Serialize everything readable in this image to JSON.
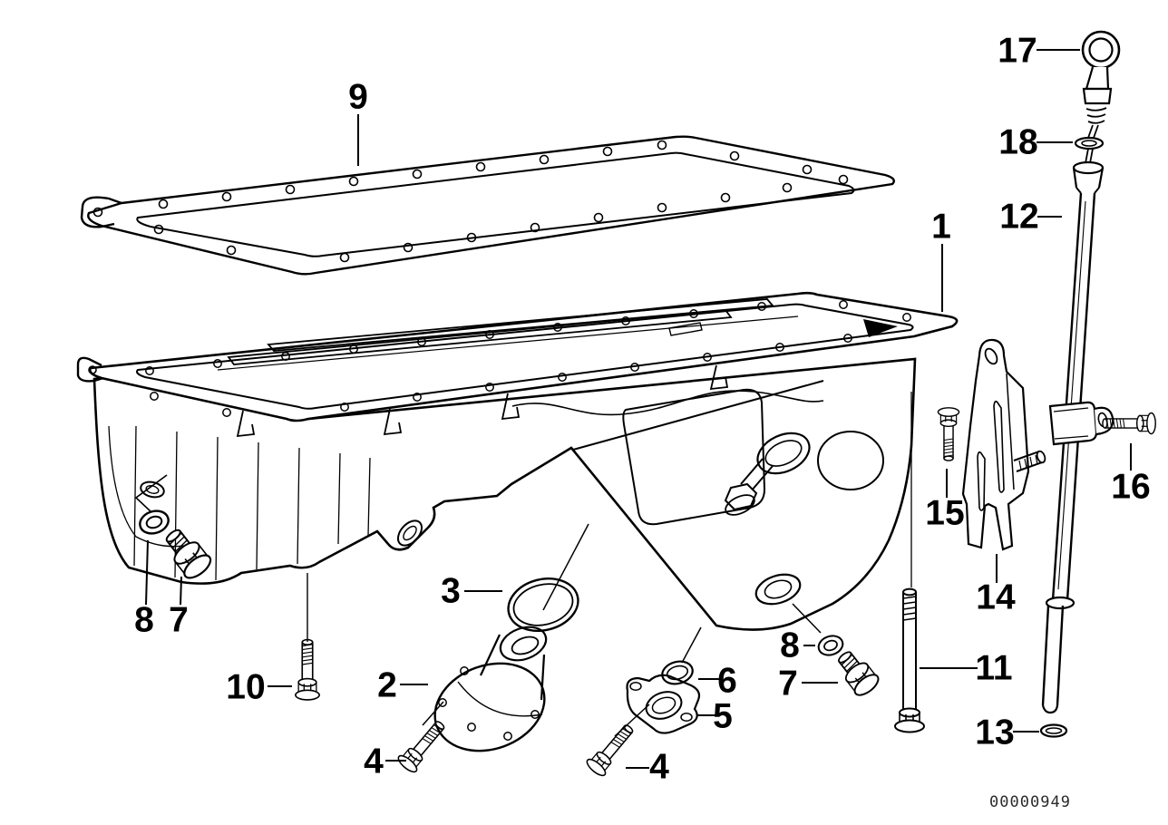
{
  "figure": {
    "background_color": "#ffffff",
    "line_color": "#000000",
    "description_visible_text_only": true
  },
  "drawing_number": "00000949",
  "callouts": [
    {
      "label": "9"
    },
    {
      "label": "1"
    },
    {
      "label": "17"
    },
    {
      "label": "18"
    },
    {
      "label": "12"
    },
    {
      "label": "16"
    },
    {
      "label": "15"
    },
    {
      "label": "14"
    },
    {
      "label": "11"
    },
    {
      "label": "13"
    },
    {
      "label": "10"
    },
    {
      "label": "8"
    },
    {
      "label": "7"
    },
    {
      "label": "2"
    },
    {
      "label": "3"
    },
    {
      "label": "4"
    },
    {
      "label": "4"
    },
    {
      "label": "5"
    },
    {
      "label": "6"
    },
    {
      "label": "8"
    },
    {
      "label": "7"
    }
  ]
}
